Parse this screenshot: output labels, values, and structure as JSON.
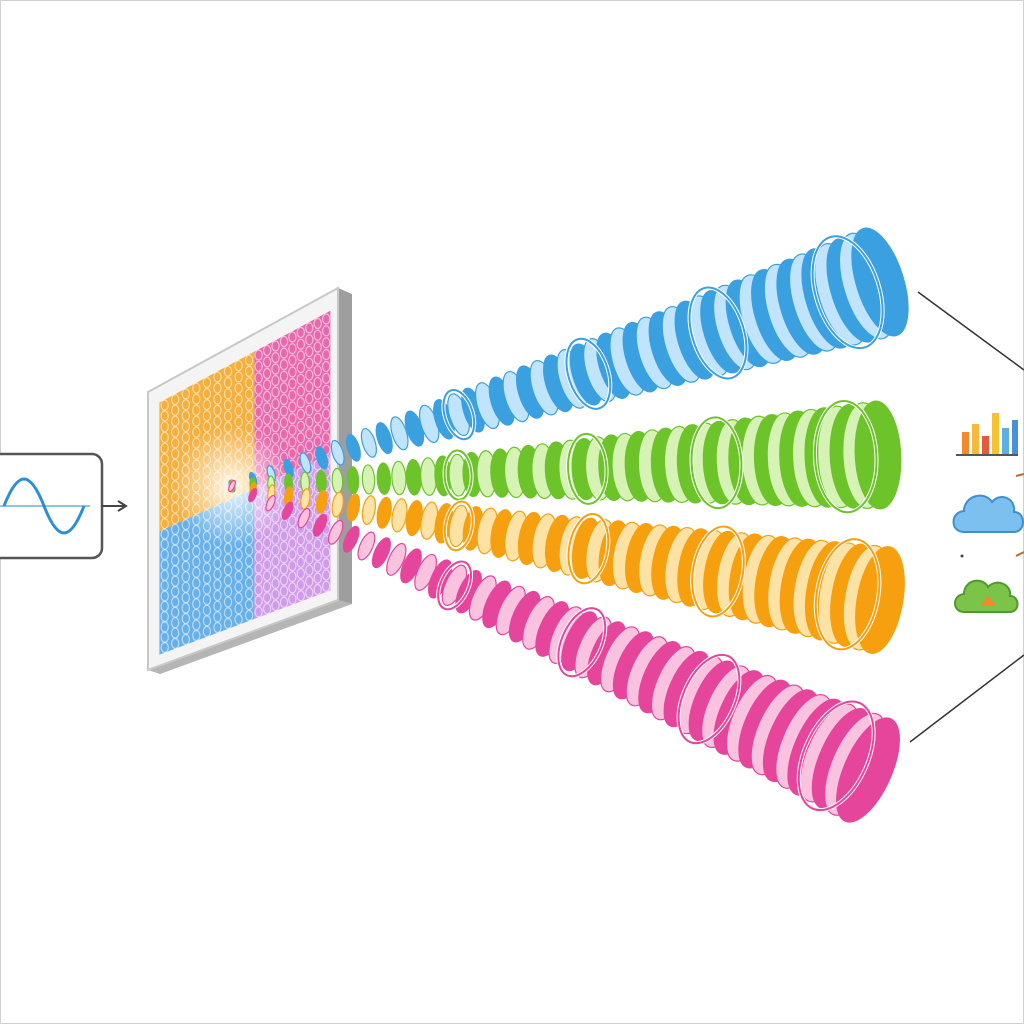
{
  "diagram": {
    "input_block": {
      "icon": "sine-wave-icon",
      "stroke": "#3a3a3a",
      "wave_color": "#2b8fd6"
    },
    "panel": {
      "quadrants": [
        {
          "name": "orange",
          "color": "#f4a21c"
        },
        {
          "name": "pink",
          "color": "#e64fa0"
        },
        {
          "name": "blue",
          "color": "#4ea3e6"
        },
        {
          "name": "purple",
          "color": "#c98be6"
        }
      ],
      "frame": "#d9d9d9"
    },
    "beams": [
      {
        "name": "blue-beam",
        "color": "#3aa0e0",
        "light": "#bfe4fb"
      },
      {
        "name": "green-beam",
        "color": "#6cc42a",
        "light": "#d6f3b5"
      },
      {
        "name": "orange-beam",
        "color": "#f6a00f",
        "light": "#fde2a6"
      },
      {
        "name": "pink-beam",
        "color": "#e6459c",
        "light": "#f9c3e0"
      }
    ],
    "outputs": [
      {
        "icon": "bar-chart-icon"
      },
      {
        "icon": "cloud-icon"
      },
      {
        "icon": "recycle-cloud-icon"
      }
    ]
  }
}
